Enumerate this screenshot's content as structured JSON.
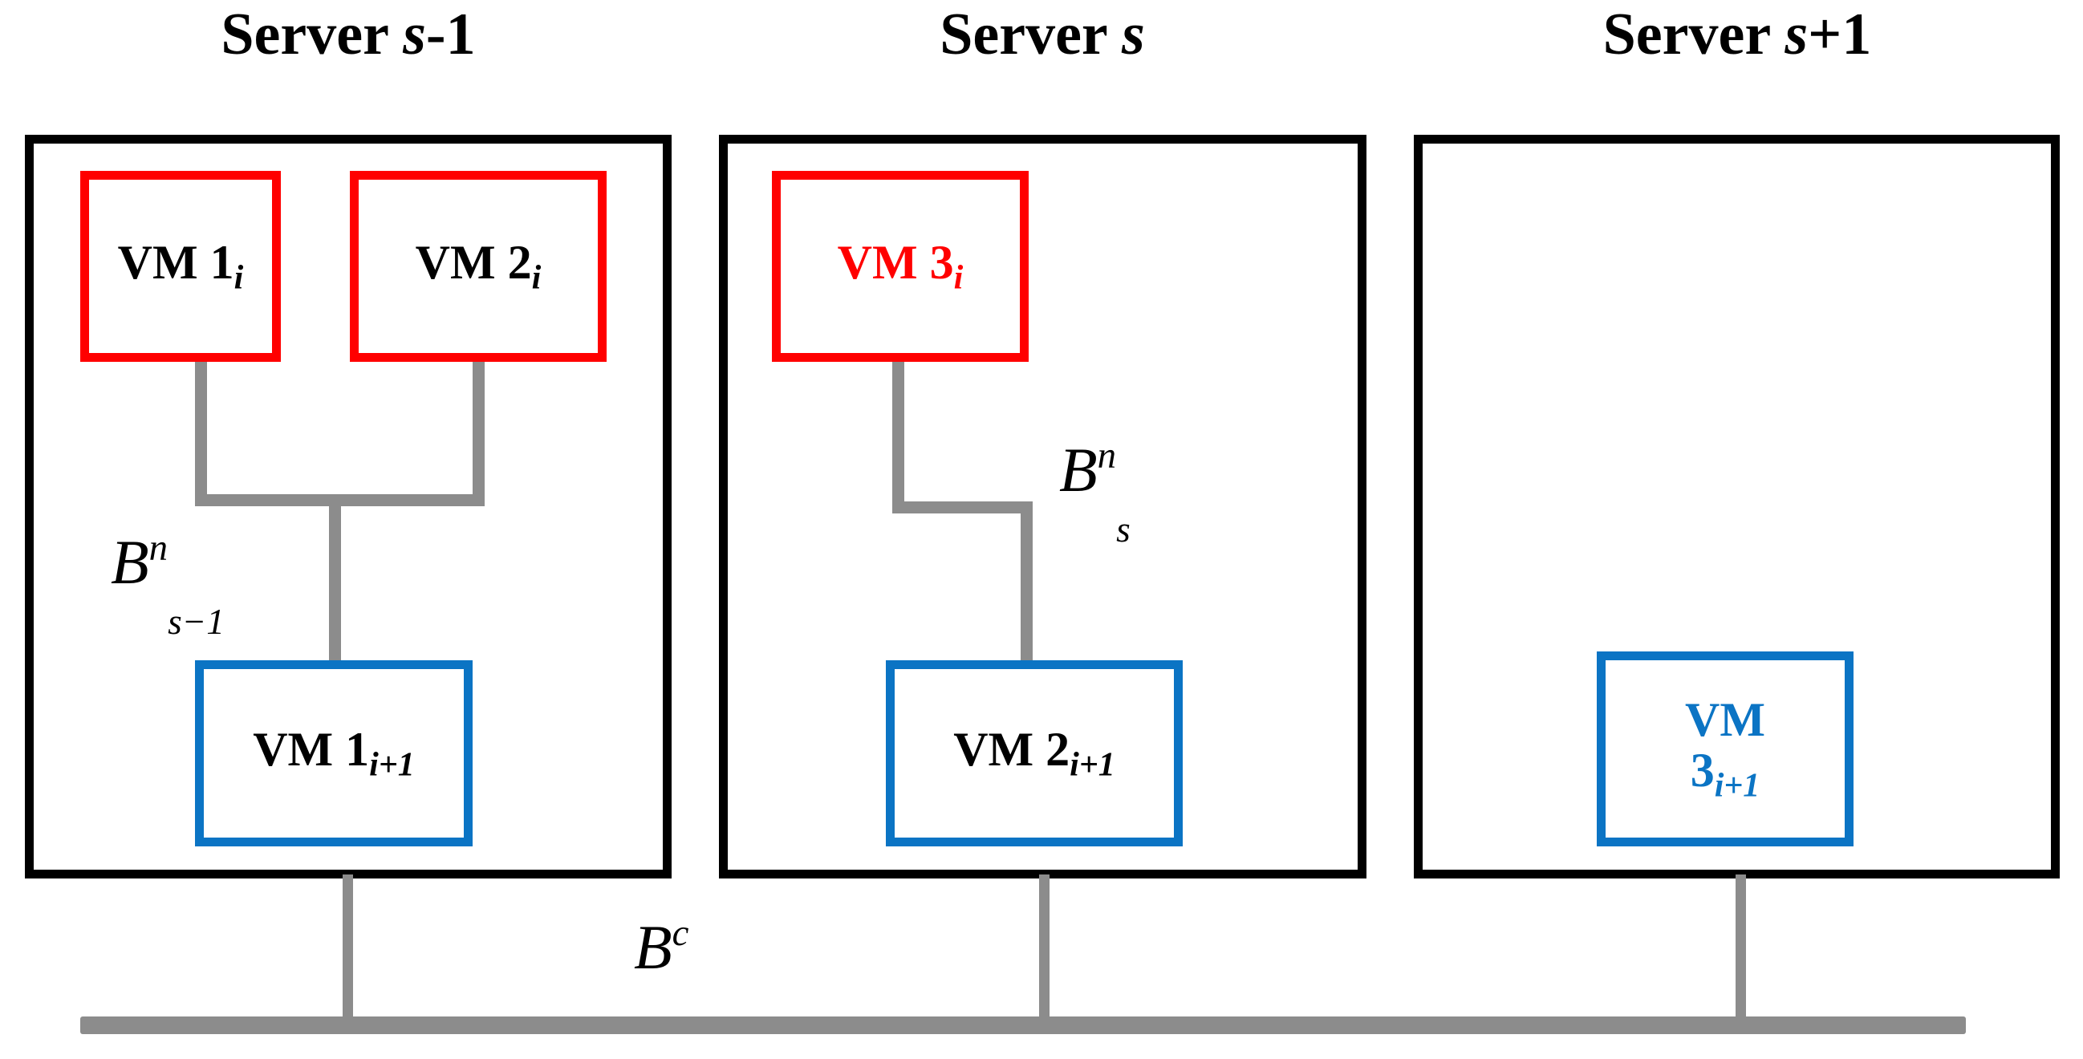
{
  "diagram": {
    "title": "VM placement across servers with network and core bandwidths",
    "colors": {
      "vm_current_border": "#FF0000",
      "vm_next_border": "#0B74C4",
      "server_border": "#000000",
      "wire": "#8C8C8C",
      "background": "#FFFFFF"
    }
  },
  "servers": [
    {
      "id": "server-s-minus-1",
      "title_prefix": "Server ",
      "title_var": "s",
      "title_suffix": "-1",
      "vms_top": [
        {
          "id": "vm-1-i",
          "prefix": "VM  1",
          "index": "i",
          "text_color": "black",
          "border_color": "red"
        },
        {
          "id": "vm-2-i",
          "prefix": "VM 2",
          "index": "i",
          "text_color": "black",
          "border_color": "red"
        }
      ],
      "vms_bottom": [
        {
          "id": "vm-1-i-plus-1",
          "prefix": "VM 1",
          "index": "i+1",
          "text_color": "black",
          "border_color": "blue"
        }
      ],
      "bandwidth_label": {
        "base": "B",
        "sup": "n",
        "sub": "s−1"
      }
    },
    {
      "id": "server-s",
      "title_prefix": "Server ",
      "title_var": "s",
      "title_suffix": "",
      "vms_top": [
        {
          "id": "vm-3-i",
          "prefix": "VM 3",
          "index": "i",
          "text_color": "red",
          "border_color": "red"
        }
      ],
      "vms_bottom": [
        {
          "id": "vm-2-i-plus-1",
          "prefix": "VM 2",
          "index": "i+1",
          "text_color": "black",
          "border_color": "blue"
        }
      ],
      "bandwidth_label": {
        "base": "B",
        "sup": "n",
        "sub": "s"
      }
    },
    {
      "id": "server-s-plus-1",
      "title_prefix": "Server ",
      "title_var": "s",
      "title_suffix": "+1",
      "vms_top": [],
      "vms_bottom": [
        {
          "id": "vm-3-i-plus-1",
          "line1": "VM",
          "prefix": "3",
          "index": "i+1",
          "text_color": "blue",
          "border_color": "blue"
        }
      ],
      "bandwidth_label": null
    }
  ],
  "core_bandwidth_label": {
    "base": "B",
    "sup": "c"
  }
}
